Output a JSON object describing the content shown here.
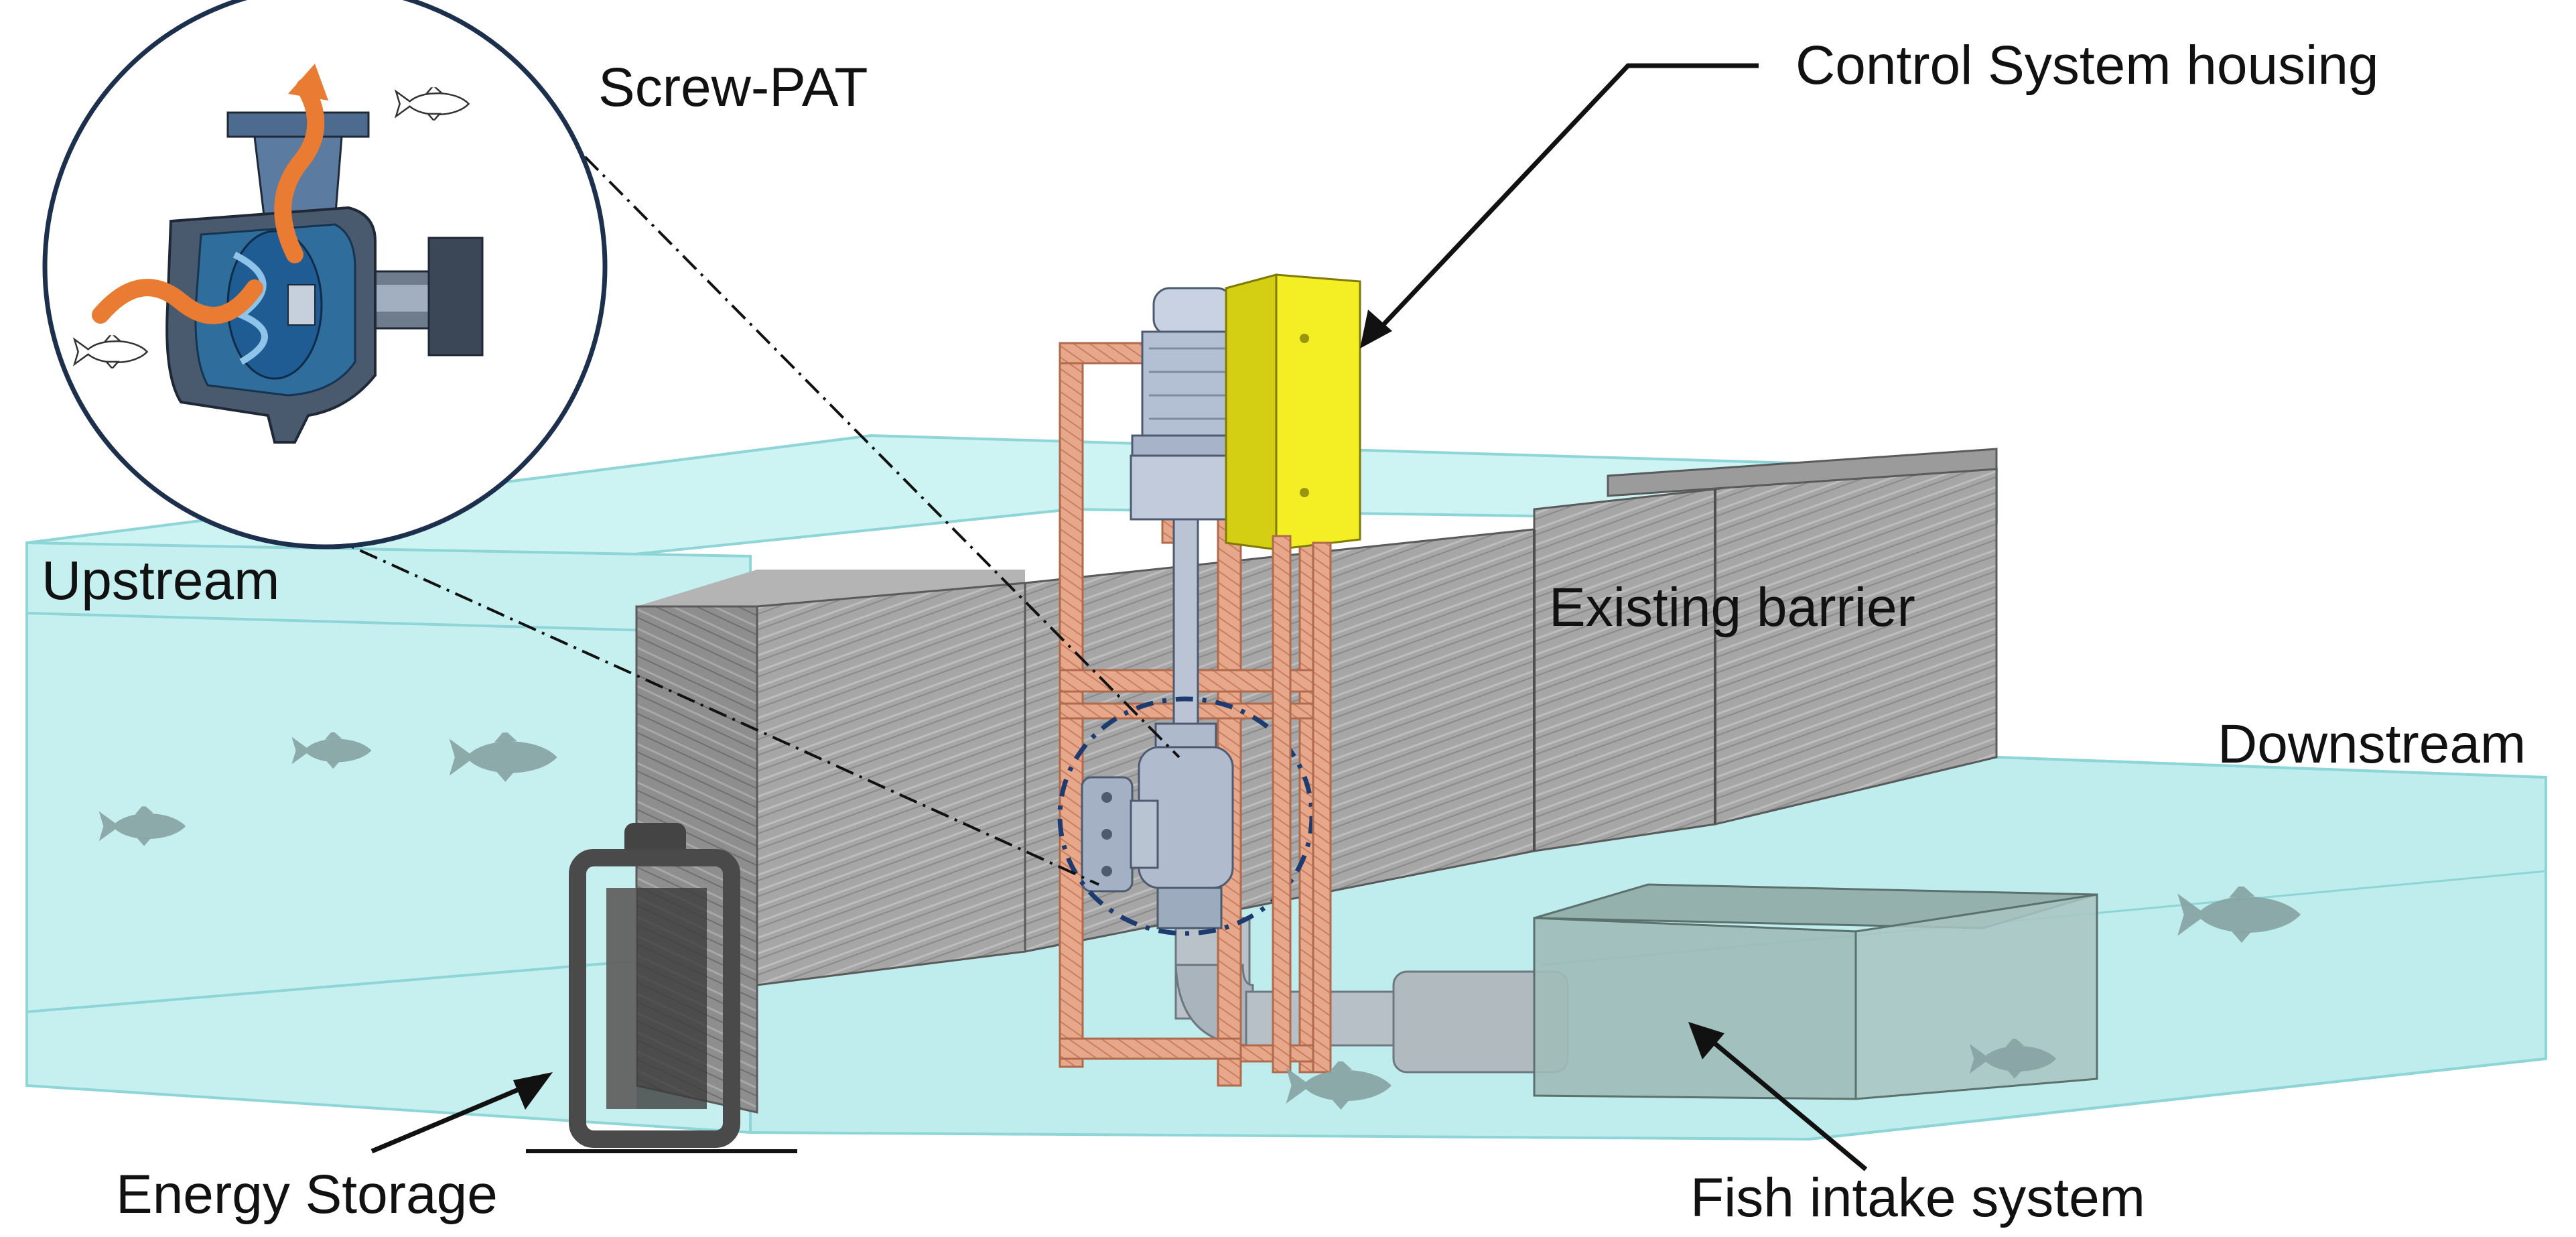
{
  "labels": {
    "screw_pat": "Screw-PAT",
    "control_system": "Control System housing",
    "upstream": "Upstream",
    "existing_barrier": "Existing barrier",
    "downstream": "Downstream",
    "energy_storage": "Energy Storage",
    "fish_intake": "Fish intake system"
  },
  "colors": {
    "water": "#c9f0f0",
    "water_edge": "#7fcfd3",
    "barrier": "#8c8c8c",
    "frame": "#e3a285",
    "control_box": "#f3ee1c",
    "pipe": "#a9b3bc",
    "fish": "#7f9c9c",
    "battery": "#4d4d4d",
    "flow_arrow": "#e8732c",
    "inset_ring": "#1c2f4c"
  },
  "icons": [
    "fish-icon",
    "battery-icon",
    "flow-arrow-icon"
  ]
}
